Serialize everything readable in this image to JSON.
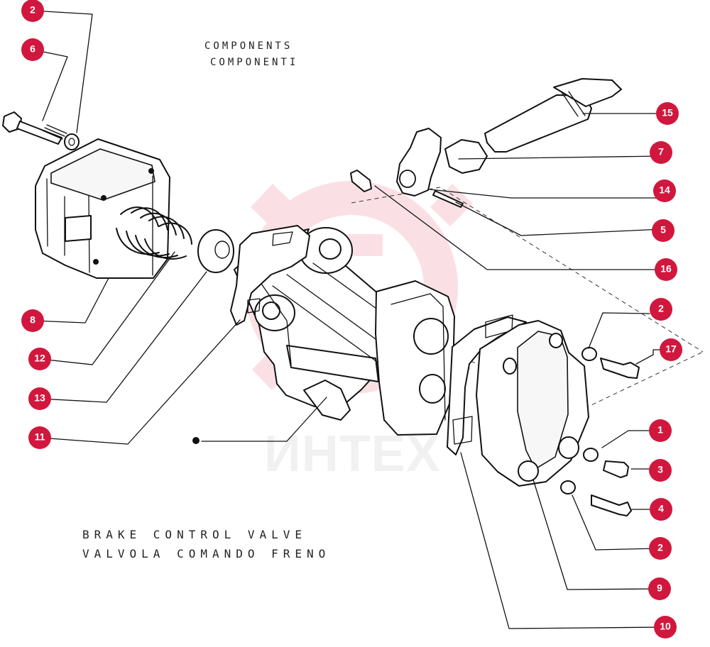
{
  "image": {
    "title": "BRAKE CONTROL VALVE",
    "subtitle": "VALVOLA COMANDO FRENO",
    "components_en": "COMPONENTS",
    "components_it": "COMPONENTI",
    "watermark": "ИНТЕХ"
  },
  "badges": {
    "b2_top": "2",
    "b6": "6",
    "b8": "8",
    "b12": "12",
    "b13": "13",
    "b11": "11",
    "b15": "15",
    "b7": "7",
    "b14": "14",
    "b5": "5",
    "b16": "16",
    "b2_mid": "2",
    "b17": "17",
    "b1": "1",
    "b3": "3",
    "b4": "4",
    "b2_low": "2",
    "b9": "9",
    "b10": "10"
  }
}
